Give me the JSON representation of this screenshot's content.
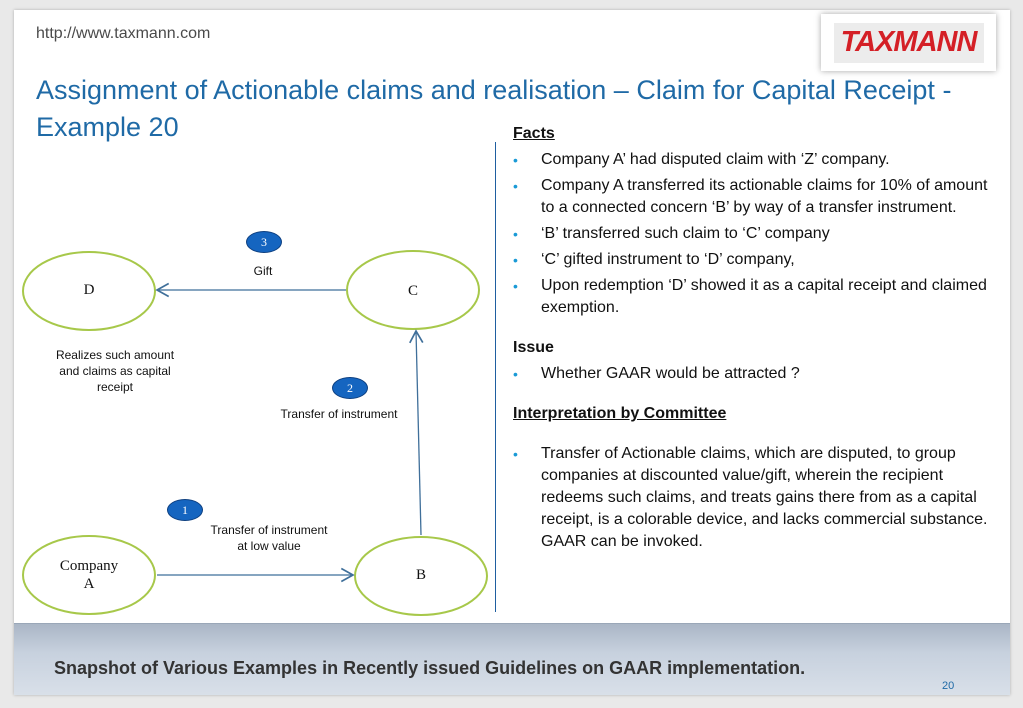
{
  "header": {
    "url": "http://www.taxmann.com",
    "logo": "TAXMANN",
    "title": "Assignment of Actionable claims and realisation – Claim for Capital Receipt - Example 20"
  },
  "diagram": {
    "nodes": {
      "d": "D",
      "c": "C",
      "company_a_line1": "Company",
      "company_a_line2": "A",
      "b": "B"
    },
    "steps": [
      {
        "number": "1",
        "label_line1": "Transfer of instrument",
        "label_line2": "at low value"
      },
      {
        "number": "2",
        "label": "Transfer of instrument"
      },
      {
        "number": "3",
        "label": "Gift"
      }
    ],
    "note_line1": "Realizes such amount",
    "note_line2": "and claims as capital",
    "note_line3": "receipt",
    "colors": {
      "ellipse_border": "#a7c84a",
      "arrow": "#3f6f9a",
      "badge": "#1565c0"
    }
  },
  "facts": {
    "heading": "Facts",
    "items": [
      "Company A’ had disputed claim with ‘Z’ company.",
      "Company A transferred its actionable claims for 10% of amount to a connected concern ‘B’ by way of a transfer instrument.",
      "‘B’ transferred such claim to ‘C’ company",
      "‘C’ gifted instrument  to ‘D’ company,",
      "Upon redemption  ‘D’ showed it as a capital receipt and claimed exemption."
    ]
  },
  "issue": {
    "heading": "Issue",
    "items": [
      "Whether GAAR would be attracted ?"
    ]
  },
  "interpretation": {
    "heading": "Interpretation by Committee",
    "items": [
      "Transfer of Actionable claims, which are disputed, to group companies at discounted value/gift, wherein the recipient redeems such claims, and treats gains there from as a capital receipt, is a colorable device, and lacks commercial substance. GAAR can be invoked."
    ]
  },
  "footer": {
    "text": "Snapshot of Various Examples in Recently issued Guidelines on GAAR implementation.",
    "page": "20"
  }
}
